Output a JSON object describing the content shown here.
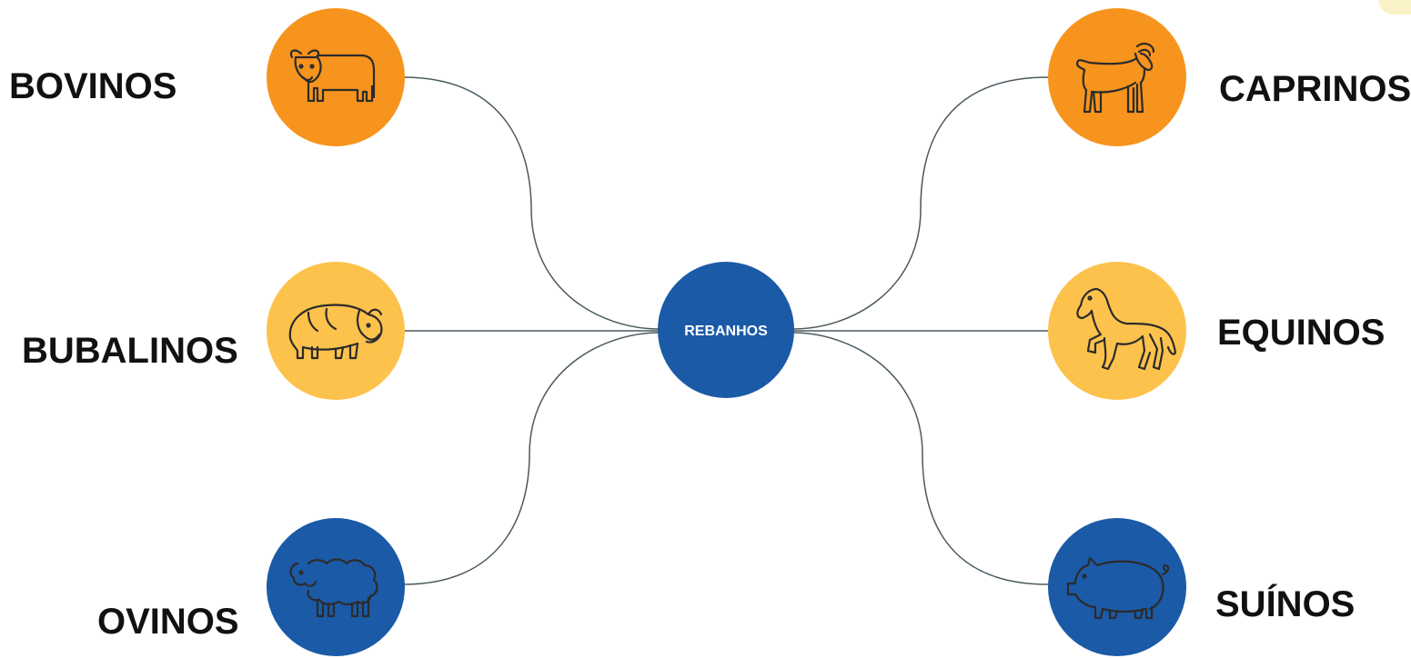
{
  "center": {
    "label": "REBANHOS",
    "color": "#1b5aa6"
  },
  "colors": {
    "orange": "#f7941d",
    "yellow": "#fcc24c",
    "blue": "#1b5aa6",
    "connector": "#4a5a60",
    "icon_stroke": "#2b2b2b"
  },
  "nodes": [
    {
      "id": "bovinos",
      "label": "BOVINOS",
      "icon": "cow-icon",
      "color": "#f7941d"
    },
    {
      "id": "bubalinos",
      "label": "BUBALINOS",
      "icon": "bison-icon",
      "color": "#fcc24c"
    },
    {
      "id": "ovinos",
      "label": "OVINOS",
      "icon": "sheep-icon",
      "color": "#1b5aa6"
    },
    {
      "id": "caprinos",
      "label": "CAPRINOS",
      "icon": "goat-icon",
      "color": "#f7941d"
    },
    {
      "id": "equinos",
      "label": "EQUINOS",
      "icon": "horse-icon",
      "color": "#fcc24c"
    },
    {
      "id": "suinos",
      "label": "SUÍNOS",
      "icon": "pig-icon",
      "color": "#1b5aa6"
    }
  ]
}
